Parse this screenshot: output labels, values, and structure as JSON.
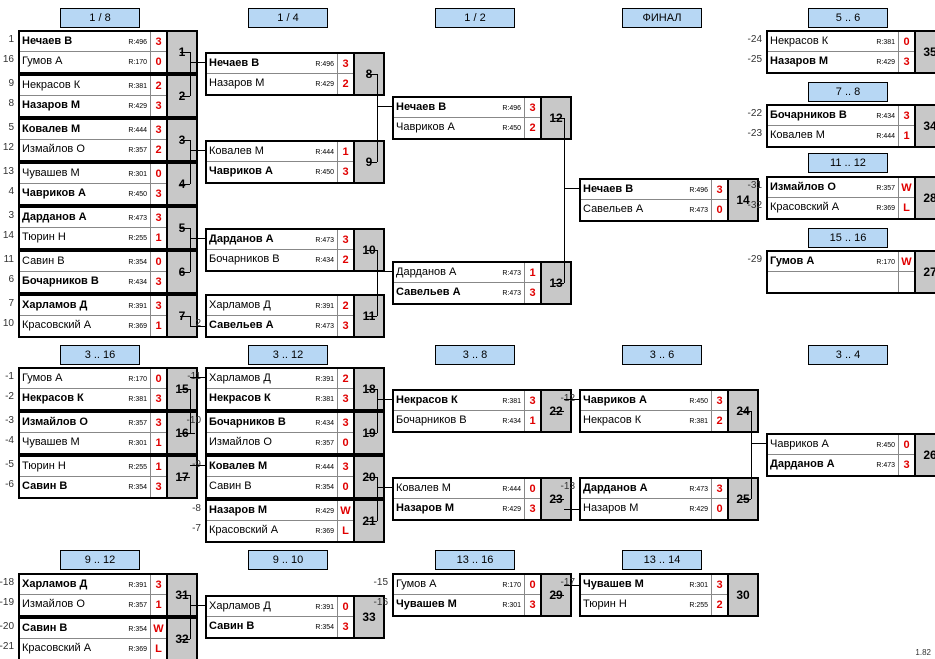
{
  "version": "1.82",
  "headers": [
    {
      "label": "1 / 8"
    },
    {
      "label": "1 / 4"
    },
    {
      "label": "1 / 2"
    },
    {
      "label": "ФИНАЛ"
    },
    {
      "label": "5 .. 6"
    },
    {
      "label": "7 .. 8"
    },
    {
      "label": "11 .. 12"
    },
    {
      "label": "15 .. 16"
    },
    {
      "label": "3 .. 16"
    },
    {
      "label": "3 .. 12"
    },
    {
      "label": "3 .. 8"
    },
    {
      "label": "3 .. 6"
    },
    {
      "label": "3 .. 4"
    },
    {
      "label": "9 .. 12"
    },
    {
      "label": "9 .. 10"
    },
    {
      "label": "13 .. 16"
    },
    {
      "label": "13 .. 14"
    }
  ],
  "matches": [
    {
      "num": "1",
      "p1": {
        "name": "Нечаев В",
        "rating": "R:496",
        "score": "3",
        "win": true,
        "seed": "1"
      },
      "p2": {
        "name": "Гумов А",
        "rating": "R:170",
        "score": "0",
        "win": false,
        "seed": "16"
      }
    },
    {
      "num": "2",
      "p1": {
        "name": "Некрасов К",
        "rating": "R:381",
        "score": "2",
        "win": false,
        "seed": "9"
      },
      "p2": {
        "name": "Назаров М",
        "rating": "R:429",
        "score": "3",
        "win": true,
        "seed": "8"
      }
    },
    {
      "num": "3",
      "p1": {
        "name": "Ковалев М",
        "rating": "R:444",
        "score": "3",
        "win": true,
        "seed": "5"
      },
      "p2": {
        "name": "Измайлов О",
        "rating": "R:357",
        "score": "2",
        "win": false,
        "seed": "12"
      }
    },
    {
      "num": "4",
      "p1": {
        "name": "Чувашев М",
        "rating": "R:301",
        "score": "0",
        "win": false,
        "seed": "13"
      },
      "p2": {
        "name": "Чавриков А",
        "rating": "R:450",
        "score": "3",
        "win": true,
        "seed": "4"
      }
    },
    {
      "num": "5",
      "p1": {
        "name": "Дарданов А",
        "rating": "R:473",
        "score": "3",
        "win": true,
        "seed": "3"
      },
      "p2": {
        "name": "Тюрин Н",
        "rating": "R:255",
        "score": "1",
        "win": false,
        "seed": "14"
      }
    },
    {
      "num": "6",
      "p1": {
        "name": "Савин В",
        "rating": "R:354",
        "score": "0",
        "win": false,
        "seed": "11"
      },
      "p2": {
        "name": "Бочарников В",
        "rating": "R:434",
        "score": "3",
        "win": true,
        "seed": "6"
      }
    },
    {
      "num": "7",
      "p1": {
        "name": "Харламов Д",
        "rating": "R:391",
        "score": "3",
        "win": true,
        "seed": "7"
      },
      "p2": {
        "name": "Красовский А",
        "rating": "R:369",
        "score": "1",
        "win": false,
        "seed": "10"
      }
    },
    {
      "num": "8",
      "p1": {
        "name": "Нечаев В",
        "rating": "R:496",
        "score": "3",
        "win": true
      },
      "p2": {
        "name": "Назаров М",
        "rating": "R:429",
        "score": "2",
        "win": false
      }
    },
    {
      "num": "9",
      "p1": {
        "name": "Ковалев М",
        "rating": "R:444",
        "score": "1",
        "win": false
      },
      "p2": {
        "name": "Чавриков А",
        "rating": "R:450",
        "score": "3",
        "win": true
      }
    },
    {
      "num": "10",
      "p1": {
        "name": "Дарданов А",
        "rating": "R:473",
        "score": "3",
        "win": true
      },
      "p2": {
        "name": "Бочарников В",
        "rating": "R:434",
        "score": "2",
        "win": false
      }
    },
    {
      "num": "11",
      "p1": {
        "name": "Харламов Д",
        "rating": "R:391",
        "score": "2",
        "win": false
      },
      "p2": {
        "name": "Савельев А",
        "rating": "R:473",
        "score": "3",
        "win": true,
        "seed": "2"
      }
    },
    {
      "num": "12",
      "p1": {
        "name": "Нечаев В",
        "rating": "R:496",
        "score": "3",
        "win": true
      },
      "p2": {
        "name": "Чавриков А",
        "rating": "R:450",
        "score": "2",
        "win": false
      }
    },
    {
      "num": "13",
      "p1": {
        "name": "Дарданов А",
        "rating": "R:473",
        "score": "1",
        "win": false
      },
      "p2": {
        "name": "Савельев А",
        "rating": "R:473",
        "score": "3",
        "win": true
      }
    },
    {
      "num": "14",
      "p1": {
        "name": "Нечаев В",
        "rating": "R:496",
        "score": "3",
        "win": true
      },
      "p2": {
        "name": "Савельев А",
        "rating": "R:473",
        "score": "0",
        "win": false
      }
    },
    {
      "num": "35",
      "p1": {
        "name": "Некрасов К",
        "rating": "R:381",
        "score": "0",
        "win": false,
        "seed": "-24"
      },
      "p2": {
        "name": "Назаров М",
        "rating": "R:429",
        "score": "3",
        "win": true,
        "seed": "-25"
      }
    },
    {
      "num": "34",
      "p1": {
        "name": "Бочарников В",
        "rating": "R:434",
        "score": "3",
        "win": true,
        "seed": "-22"
      },
      "p2": {
        "name": "Ковалев М",
        "rating": "R:444",
        "score": "1",
        "win": false,
        "seed": "-23"
      }
    },
    {
      "num": "28",
      "p1": {
        "name": "Измайлов О",
        "rating": "R:357",
        "score": "W",
        "win": true,
        "seed": "-31"
      },
      "p2": {
        "name": "Красовский А",
        "rating": "R:369",
        "score": "L",
        "win": false,
        "seed": "-32"
      }
    },
    {
      "num": "27",
      "p1": {
        "name": "Гумов А",
        "rating": "R:170",
        "score": "W",
        "win": true,
        "seed": "-29"
      },
      "p2": {
        "name": "",
        "rating": "",
        "score": "",
        "win": false
      }
    },
    {
      "num": "15",
      "p1": {
        "name": "Гумов А",
        "rating": "R:170",
        "score": "0",
        "win": false,
        "seed": "-1"
      },
      "p2": {
        "name": "Некрасов К",
        "rating": "R:381",
        "score": "3",
        "win": true,
        "seed": "-2"
      }
    },
    {
      "num": "16",
      "p1": {
        "name": "Измайлов О",
        "rating": "R:357",
        "score": "3",
        "win": true,
        "seed": "-3"
      },
      "p2": {
        "name": "Чувашев М",
        "rating": "R:301",
        "score": "1",
        "win": false,
        "seed": "-4"
      }
    },
    {
      "num": "17",
      "p1": {
        "name": "Тюрин Н",
        "rating": "R:255",
        "score": "1",
        "win": false,
        "seed": "-5"
      },
      "p2": {
        "name": "Савин В",
        "rating": "R:354",
        "score": "3",
        "win": true,
        "seed": "-6"
      }
    },
    {
      "num": "18",
      "p1": {
        "name": "Харламов Д",
        "rating": "R:391",
        "score": "2",
        "win": false,
        "seed": "-11"
      },
      "p2": {
        "name": "Некрасов К",
        "rating": "R:381",
        "score": "3",
        "win": true
      }
    },
    {
      "num": "19",
      "p1": {
        "name": "Бочарников В",
        "rating": "R:434",
        "score": "3",
        "win": true,
        "seed": "-10"
      },
      "p2": {
        "name": "Измайлов О",
        "rating": "R:357",
        "score": "0",
        "win": false
      }
    },
    {
      "num": "20",
      "p1": {
        "name": "Ковалев М",
        "rating": "R:444",
        "score": "3",
        "win": true,
        "seed": "-9"
      },
      "p2": {
        "name": "Савин В",
        "rating": "R:354",
        "score": "0",
        "win": false
      }
    },
    {
      "num": "21",
      "p1": {
        "name": "Назаров М",
        "rating": "R:429",
        "score": "W",
        "win": true,
        "seed": "-8"
      },
      "p2": {
        "name": "Красовский А",
        "rating": "R:369",
        "score": "L",
        "win": false,
        "seed": "-7"
      }
    },
    {
      "num": "22",
      "p1": {
        "name": "Некрасов К",
        "rating": "R:381",
        "score": "3",
        "win": true
      },
      "p2": {
        "name": "Бочарников В",
        "rating": "R:434",
        "score": "1",
        "win": false
      }
    },
    {
      "num": "23",
      "p1": {
        "name": "Ковалев М",
        "rating": "R:444",
        "score": "0",
        "win": false
      },
      "p2": {
        "name": "Назаров М",
        "rating": "R:429",
        "score": "3",
        "win": true
      }
    },
    {
      "num": "24",
      "p1": {
        "name": "Чавриков А",
        "rating": "R:450",
        "score": "3",
        "win": true,
        "seed": "-12"
      },
      "p2": {
        "name": "Некрасов К",
        "rating": "R:381",
        "score": "2",
        "win": false
      }
    },
    {
      "num": "25",
      "p1": {
        "name": "Дарданов А",
        "rating": "R:473",
        "score": "3",
        "win": true,
        "seed": "-13"
      },
      "p2": {
        "name": "Назаров М",
        "rating": "R:429",
        "score": "0",
        "win": false
      }
    },
    {
      "num": "26",
      "p1": {
        "name": "Чавриков А",
        "rating": "R:450",
        "score": "0",
        "win": false
      },
      "p2": {
        "name": "Дарданов А",
        "rating": "R:473",
        "score": "3",
        "win": true
      }
    },
    {
      "num": "31",
      "p1": {
        "name": "Харламов Д",
        "rating": "R:391",
        "score": "3",
        "win": true,
        "seed": "-18"
      },
      "p2": {
        "name": "Измайлов О",
        "rating": "R:357",
        "score": "1",
        "win": false,
        "seed": "-19"
      }
    },
    {
      "num": "32",
      "p1": {
        "name": "Савин В",
        "rating": "R:354",
        "score": "W",
        "win": true,
        "seed": "-20"
      },
      "p2": {
        "name": "Красовский А",
        "rating": "R:369",
        "score": "L",
        "win": false,
        "seed": "-21"
      }
    },
    {
      "num": "33",
      "p1": {
        "name": "Харламов Д",
        "rating": "R:391",
        "score": "0",
        "win": false
      },
      "p2": {
        "name": "Савин В",
        "rating": "R:354",
        "score": "3",
        "win": true
      }
    },
    {
      "num": "29",
      "p1": {
        "name": "Гумов А",
        "rating": "R:170",
        "score": "0",
        "win": false,
        "seed": "-15"
      },
      "p2": {
        "name": "Чувашев М",
        "rating": "R:301",
        "score": "3",
        "win": true,
        "seed": "-16"
      }
    },
    {
      "num": "30",
      "p1": {
        "name": "Чувашев М",
        "rating": "R:301",
        "score": "3",
        "win": true,
        "seed": "-17"
      },
      "p2": {
        "name": "Тюрин Н",
        "rating": "R:255",
        "score": "2",
        "win": false
      }
    }
  ]
}
